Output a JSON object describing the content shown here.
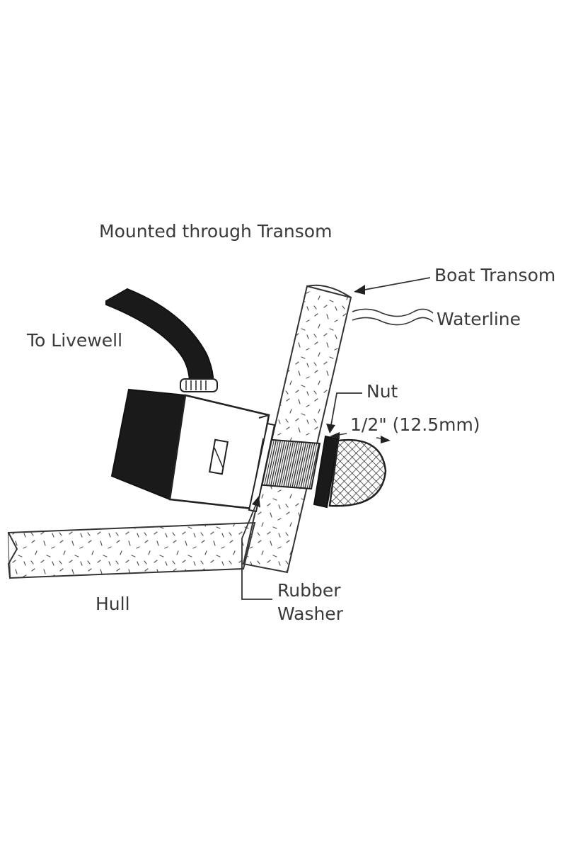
{
  "diagram": {
    "title": "Mounted through Transom",
    "labels": {
      "boat_transom": "Boat Transom",
      "waterline": "Waterline",
      "to_livewell": "To Livewell",
      "nut": "Nut",
      "dimension": "1/2\" (12.5mm)",
      "rubber": "Rubber",
      "washer": "Washer",
      "hull": "Hull"
    },
    "colors": {
      "line": "#333333",
      "fill_dark": "#1a1a1a",
      "background": "#ffffff"
    }
  }
}
